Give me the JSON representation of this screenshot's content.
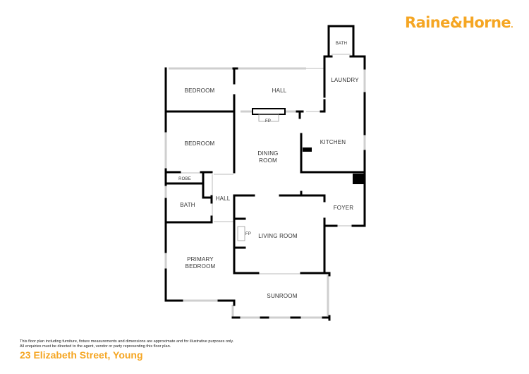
{
  "brand": {
    "name": "Raine&Horne",
    "dot": ".",
    "color": "#F5A623"
  },
  "plan": {
    "rooms": [
      {
        "id": "bedroom-1",
        "label": "BEDROOM"
      },
      {
        "id": "hall-1",
        "label": "HALL"
      },
      {
        "id": "bath-1",
        "label": "BATH"
      },
      {
        "id": "laundry",
        "label": "LAUNDRY"
      },
      {
        "id": "fireplace-1",
        "label": "FP"
      },
      {
        "id": "bedroom-2",
        "label": "BEDROOM"
      },
      {
        "id": "dining-room",
        "line1": "DINING",
        "line2": "ROOM"
      },
      {
        "id": "kitchen",
        "label": "KITCHEN"
      },
      {
        "id": "robe",
        "label": "ROBE"
      },
      {
        "id": "hall-2",
        "label": "HALL"
      },
      {
        "id": "bath-2",
        "label": "BATH"
      },
      {
        "id": "foyer",
        "label": "FOYER"
      },
      {
        "id": "fireplace-2",
        "label": "FP"
      },
      {
        "id": "living-room",
        "label": "LIVING ROOM"
      },
      {
        "id": "primary-bedroom",
        "line1": "PRIMARY",
        "line2": "BEDROOM"
      },
      {
        "id": "sunroom",
        "label": "SUNROOM"
      }
    ],
    "wall_color": "#000000",
    "window_color": "#d9d9d9"
  },
  "footer": {
    "disclaimer_line1": "This floor plan including furniture, fixture measurements and dimensions are approximate and for illustrative purposes only.",
    "disclaimer_line2": "All enquiries must be directed to the agent, vendor or party representing this floor plan.",
    "address": "23 Elizabeth Street, Young",
    "address_color": "#F5A623"
  }
}
